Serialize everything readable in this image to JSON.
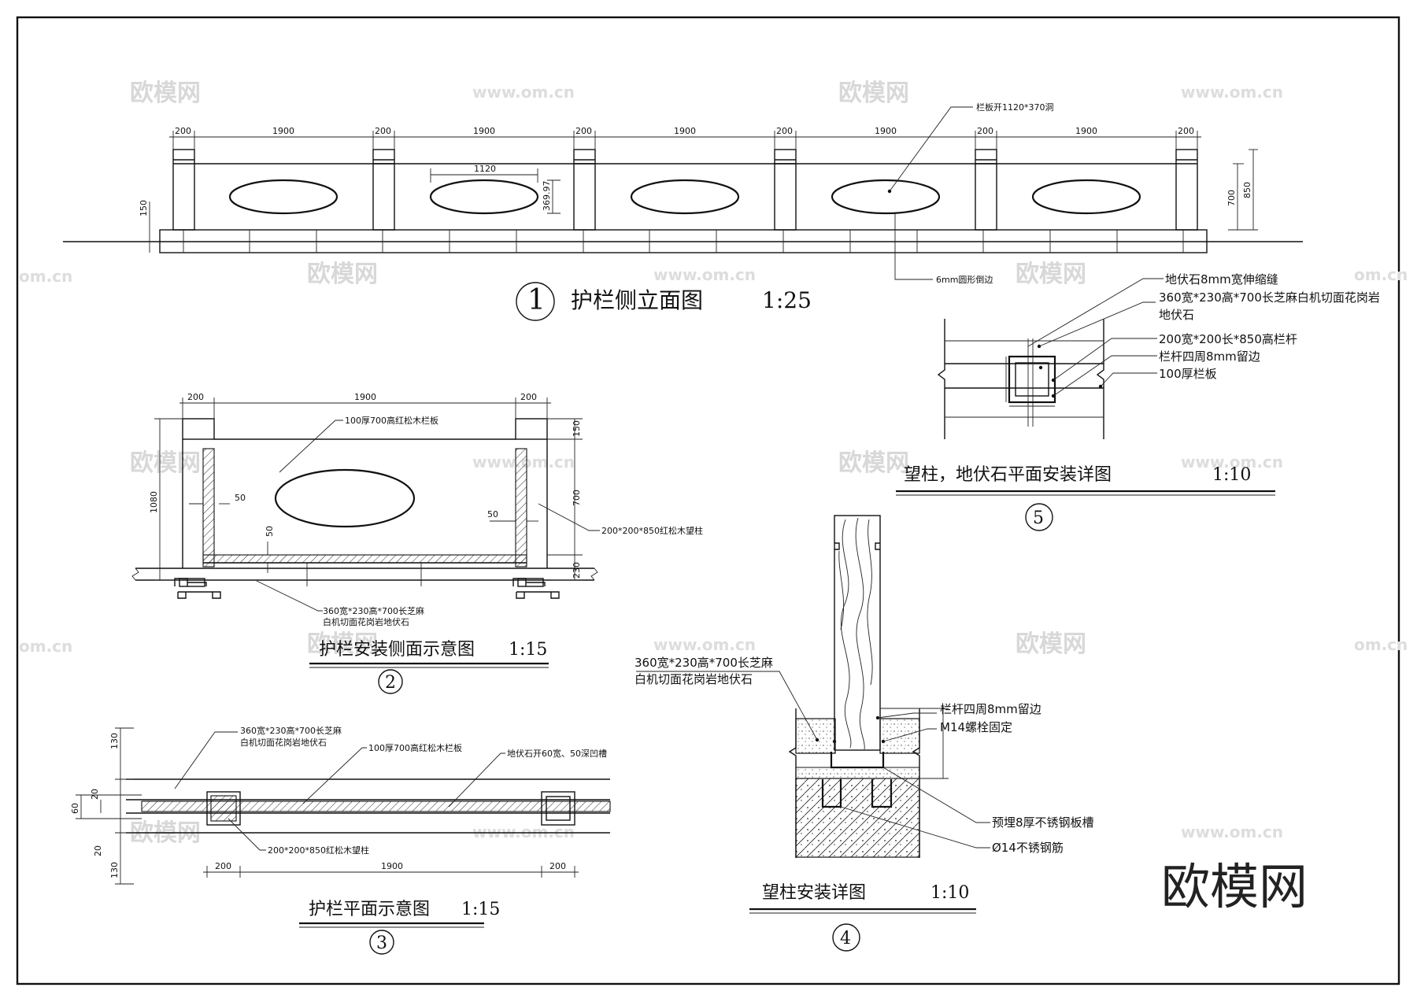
{
  "watermark": {
    "logo": "欧模网",
    "url": "www.om.cn",
    "url_cut": "om.cn"
  },
  "brand": "欧模网",
  "fig1": {
    "number": "1",
    "title": "护栏侧立面图",
    "scale": "1:25",
    "dims": {
      "post": "200",
      "span": "1900",
      "opening_w": "1120",
      "opening_h": "369.97",
      "base": "150",
      "h700": "700",
      "h850": "850"
    },
    "notes": {
      "opening": "栏板开1120*370洞",
      "chamfer": "6mm圆形倒边"
    }
  },
  "fig2": {
    "number": "2",
    "title": "护栏安装侧面示意图",
    "scale": "1:15",
    "dims": {
      "post": "200",
      "span": "1900",
      "h1080": "1080",
      "h150": "150",
      "h700": "700",
      "h230": "230",
      "g50": "50"
    },
    "notes": {
      "panel": "100厚700高红松木栏板",
      "post": "200*200*850红松木望柱",
      "stone_l1": "360宽*230高*700长芝麻",
      "stone_l2": "白机切面花岗岩地伏石"
    }
  },
  "fig3": {
    "number": "3",
    "title": "护栏平面示意图",
    "scale": "1:15",
    "dims": {
      "d130": "130",
      "d20": "20",
      "d60": "60",
      "post": "200",
      "span": "1900"
    },
    "notes": {
      "stone_l1": "360宽*230高*700长芝麻",
      "stone_l2": "白机切面花岗岩地伏石",
      "panel": "100厚700高红松木栏板",
      "groove": "地伏石开60宽、50深凹槽",
      "post": "200*200*850红松木望柱"
    }
  },
  "fig4": {
    "number": "4",
    "title": "望柱安装详图",
    "scale": "1:10",
    "notes": {
      "stone_l1": "360宽*230高*700长芝麻",
      "stone_l2": "白机切面花岗岩地伏石",
      "margin": "栏杆四周8mm留边",
      "bolt": "M14螺栓固定",
      "slot": "预埋8厚不锈钢板槽",
      "rebar": "Ø14不锈钢筋"
    }
  },
  "fig5": {
    "number": "5",
    "title": "望柱，地伏石平面安装详图",
    "scale": "1:10",
    "notes": {
      "joint": "地伏石8mm宽伸缩缝",
      "stone_l1": "360宽*230高*700长芝麻白机切面花岗岩",
      "stone_l2": "地伏石",
      "post": "200宽*200长*850高栏杆",
      "margin": "栏杆四周8mm留边",
      "panel": "100厚栏板"
    }
  }
}
